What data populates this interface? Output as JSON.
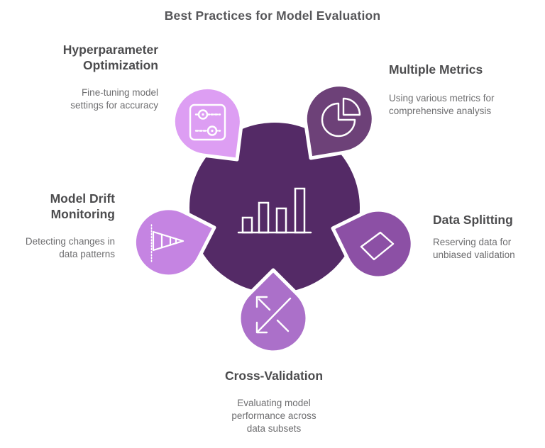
{
  "title": "Best Practices for Model Evaluation",
  "colors": {
    "center_circle": "#542a66",
    "icon_stroke": "#ffffff",
    "title_text": "#57575a",
    "heading_text": "#4c4c4e",
    "body_text": "#6e6e70"
  },
  "center": {
    "icon": "bar-chart-icon"
  },
  "nodes": [
    {
      "id": "hyperparameter-optimization",
      "title": "Hyperparameter Optimization",
      "description": "Fine-tuning model settings for accuracy",
      "icon": "sliders-icon",
      "color": "#dd9ef3",
      "position": "top-left"
    },
    {
      "id": "multiple-metrics",
      "title": "Multiple Metrics",
      "description": "Using various metrics for comprehensive analysis",
      "icon": "pie-chart-icon",
      "color": "#6d4178",
      "position": "top-right"
    },
    {
      "id": "model-drift-monitoring",
      "title": "Model Drift Monitoring",
      "description": "Detecting changes in data patterns",
      "icon": "windsock-icon",
      "color": "#c584e2",
      "position": "left"
    },
    {
      "id": "data-splitting",
      "title": "Data Splitting",
      "description": "Reserving data for unbiased validation",
      "icon": "diamond-icon",
      "color": "#8c50a5",
      "position": "right"
    },
    {
      "id": "cross-validation",
      "title": "Cross-Validation",
      "description": "Evaluating model performance across data subsets",
      "icon": "shuffle-arrows-icon",
      "color": "#ab70c9",
      "position": "bottom"
    }
  ]
}
